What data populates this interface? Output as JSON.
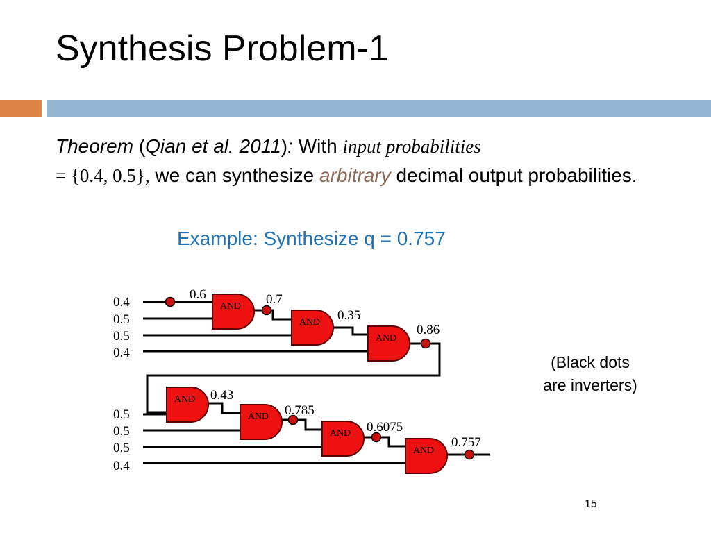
{
  "slide": {
    "title": "Synthesis Problem-1",
    "theorem": {
      "label": "Theorem",
      "open_paren": " (",
      "citation": "Qian et al. 2011",
      "close_paren": ")",
      "colon": ": ",
      "with": "With ",
      "input_probabilities": "input probabilities",
      "set": "= {0.4, 0.5},",
      "mid": " we can synthesize ",
      "arbitrary": "arbitrary",
      "end": " decimal output probabilities."
    },
    "example": "Example: Synthesize q = 0.757",
    "note_line1": "(Black dots",
    "note_line2": "are inverters)",
    "page_number": "15"
  },
  "circuit": {
    "gate_label": "AND",
    "colors": {
      "gate_fill": "#ee1111",
      "gate_stroke": "#5a0000",
      "wire": "#000000",
      "inverter": "#cc1111"
    },
    "top_inputs": [
      "0.4",
      "0.5",
      "0.5",
      "0.4"
    ],
    "top_outputs": [
      "0.6",
      "0.7",
      "0.35",
      "0.86"
    ],
    "bottom_inputs": [
      "0.5",
      "0.5",
      "0.5",
      "0.4"
    ],
    "bottom_outputs": [
      "0.43",
      "0.785",
      "0.6075",
      "0.757"
    ]
  }
}
